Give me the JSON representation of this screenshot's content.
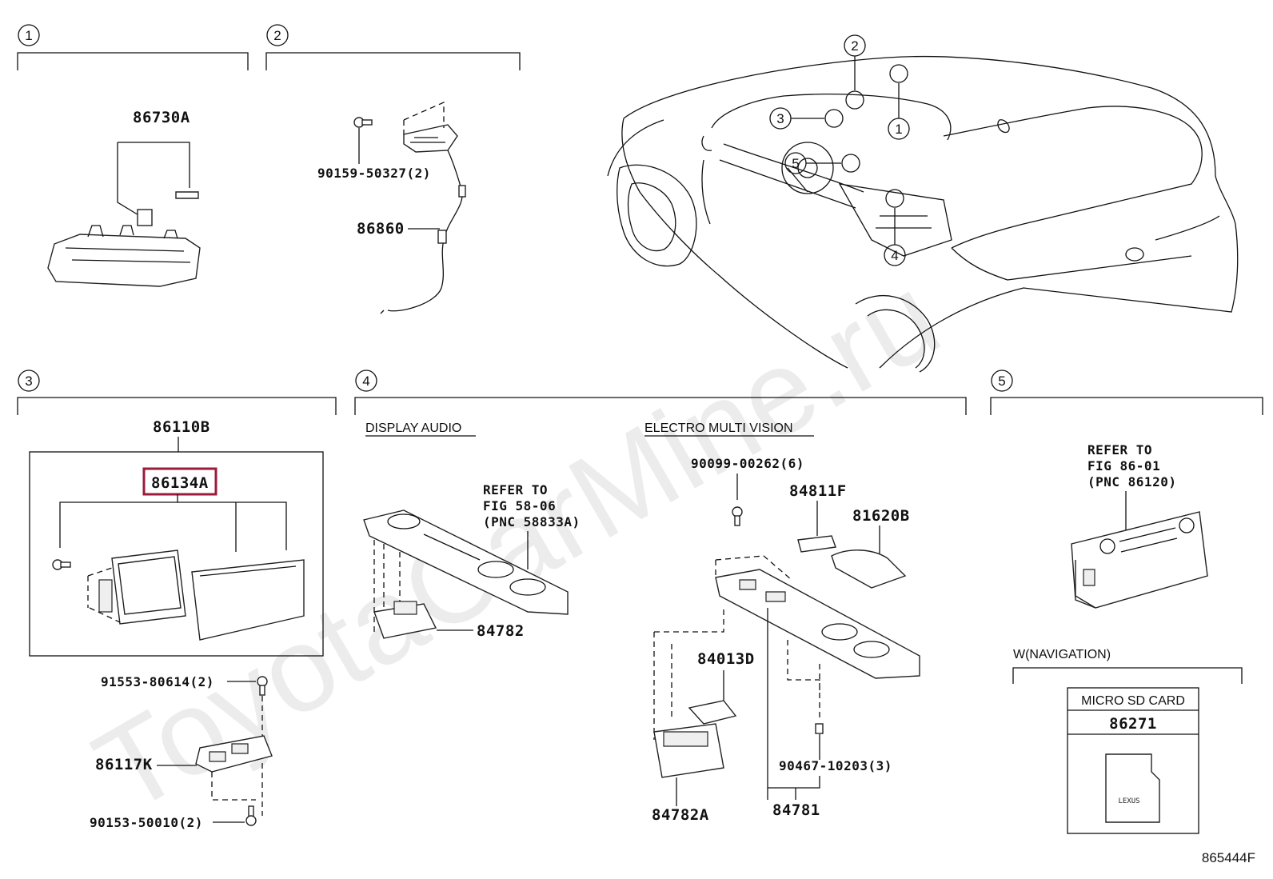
{
  "watermark": "ToyotaCarMine.ru",
  "sections": {
    "s1": {
      "number": "1"
    },
    "s2": {
      "number": "2"
    },
    "s3": {
      "number": "3"
    },
    "s4": {
      "number": "4"
    },
    "s5": {
      "number": "5"
    }
  },
  "car_view": {
    "callouts": [
      "1",
      "2",
      "3",
      "4",
      "5"
    ]
  },
  "parts": {
    "p86730A": "86730A",
    "p90159": "90159-50327(2)",
    "p86860": "86860",
    "p86110B": "86110B",
    "p86134A": "86134A",
    "p91553": "91553-80614(2)",
    "p86117K": "86117K",
    "p90153": "90153-50010(2)",
    "p84782": "84782",
    "p90099": "90099-00262(6)",
    "p84811F": "84811F",
    "p81620B": "81620B",
    "p84013D": "84013D",
    "p84782A": "84782A",
    "p90467": "90467-10203(3)",
    "p84781": "84781",
    "p86271": "86271"
  },
  "headers": {
    "display_audio": "DISPLAY AUDIO",
    "electro_multi_vision": "ELECTRO MULTI VISION",
    "navigation": "W(NAVIGATION)",
    "micro_sd_card": "MICRO SD CARD",
    "sd_card_brand": "LEXUS"
  },
  "refer_notes": {
    "r58_line1": "REFER TO",
    "r58_line2": "FIG 58-06",
    "r58_line3": "(PNC 58833A)",
    "r86_line1": "REFER TO",
    "r86_line2": "FIG 86-01",
    "r86_line3": "(PNC 86120)"
  },
  "figure_id": "865444F",
  "colors": {
    "highlight": "#9b1b3b",
    "line": "#111111",
    "watermark": "#ececec"
  }
}
